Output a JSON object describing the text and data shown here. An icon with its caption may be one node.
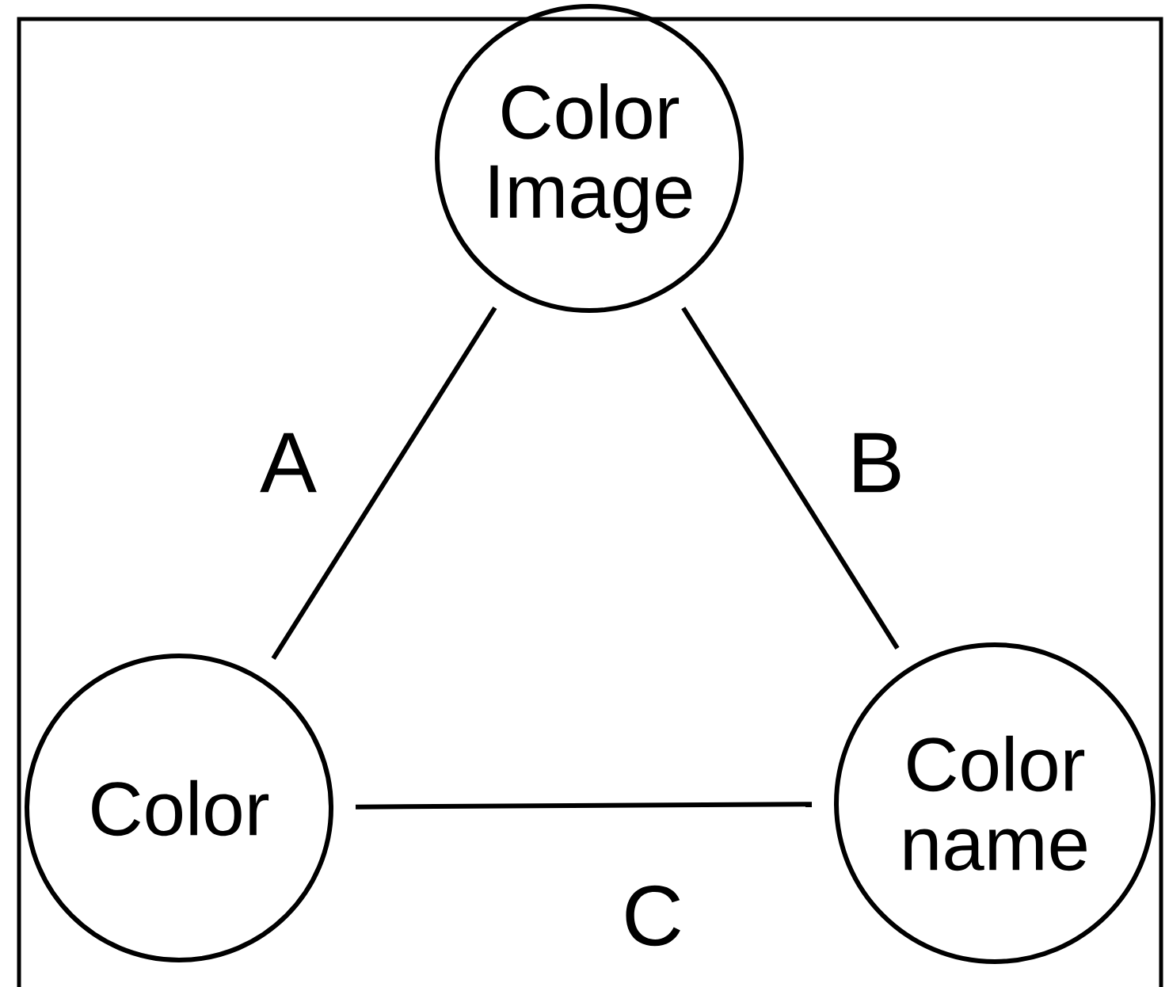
{
  "diagram": {
    "nodes": [
      {
        "text": [
          "Color Image"
        ]
      },
      {
        "text": [
          "Color"
        ]
      },
      {
        "text": [
          "Color name"
        ]
      }
    ],
    "edges": [
      {
        "from": 0,
        "to": 1,
        "arrow": "none",
        "label": "A"
      },
      {
        "from": 0,
        "to": 2,
        "arrow": "none",
        "label": "B"
      },
      {
        "from": 1,
        "to": 2,
        "arrow": "none",
        "label": "C"
      }
    ]
  }
}
